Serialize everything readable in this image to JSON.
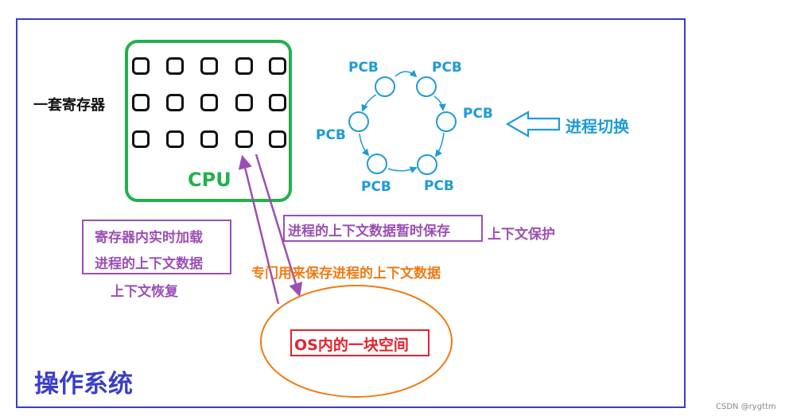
{
  "os_label": "操作系统",
  "register_set_label": "一套寄存器",
  "cpu_label": "CPU",
  "pcb_label": "PCB",
  "process_switch_label": "进程切换",
  "restore_box": {
    "line1": "寄存器内实时加载",
    "line2": "进程的上下文数据"
  },
  "context_restore_label": "上下文恢复",
  "save_box_text": "进程的上下文数据暂时保存",
  "context_protect_label": "上下文保护",
  "dedicated_label": "专门用来保存进程的上下文数据",
  "os_space_label": "OS内的一块空间",
  "watermark": "CSDN @rygttm",
  "colors": {
    "os_frame": "#3a3fc4",
    "cpu_green": "#22b14c",
    "pcb_blue": "#1e9bd7",
    "purple": "#9b4fb4",
    "orange": "#f07a12",
    "red": "#e3232c"
  }
}
